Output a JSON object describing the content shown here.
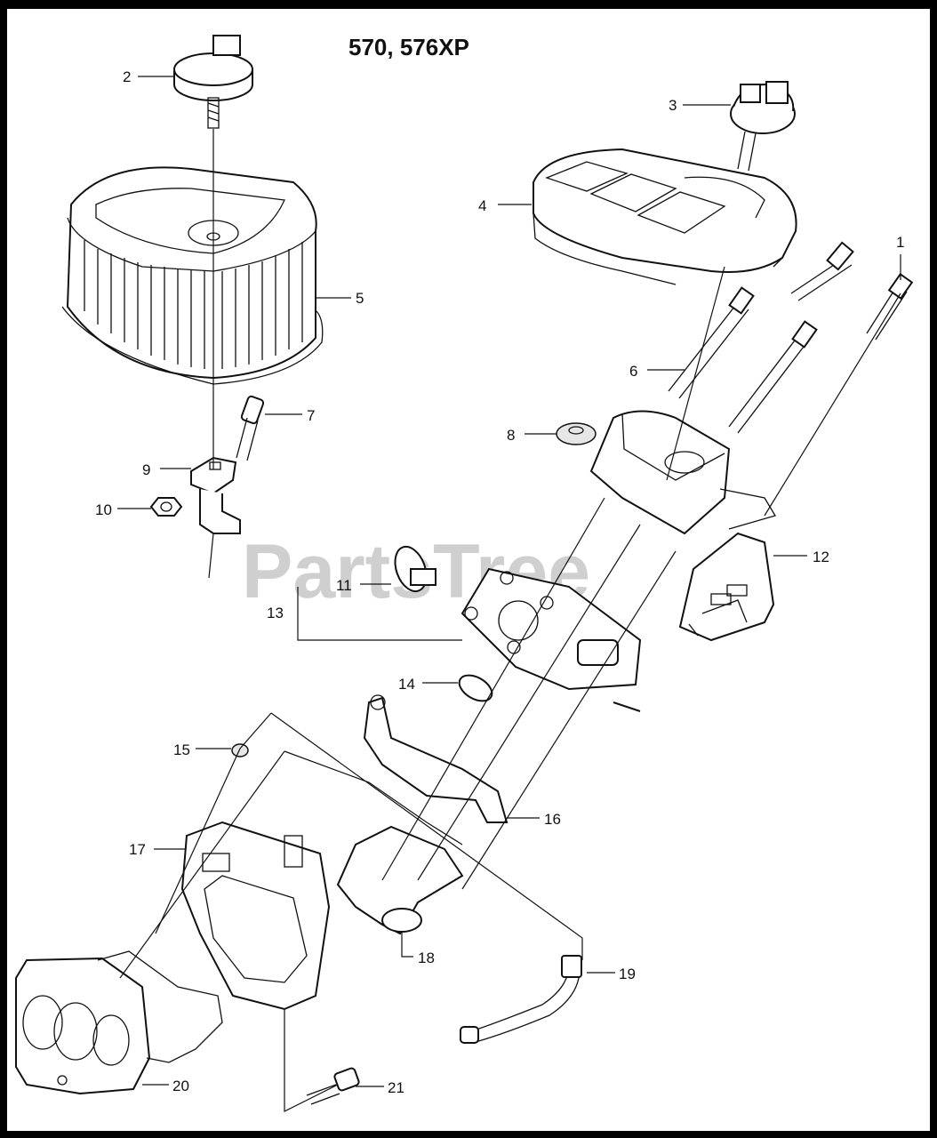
{
  "diagram": {
    "title": "570, 576XP",
    "watermark": "PartsTree",
    "callouts": [
      "1",
      "2",
      "3",
      "4",
      "5",
      "6",
      "7",
      "8",
      "9",
      "10",
      "11",
      "12",
      "13",
      "14",
      "15",
      "16",
      "17",
      "18",
      "19",
      "20",
      "21"
    ]
  }
}
